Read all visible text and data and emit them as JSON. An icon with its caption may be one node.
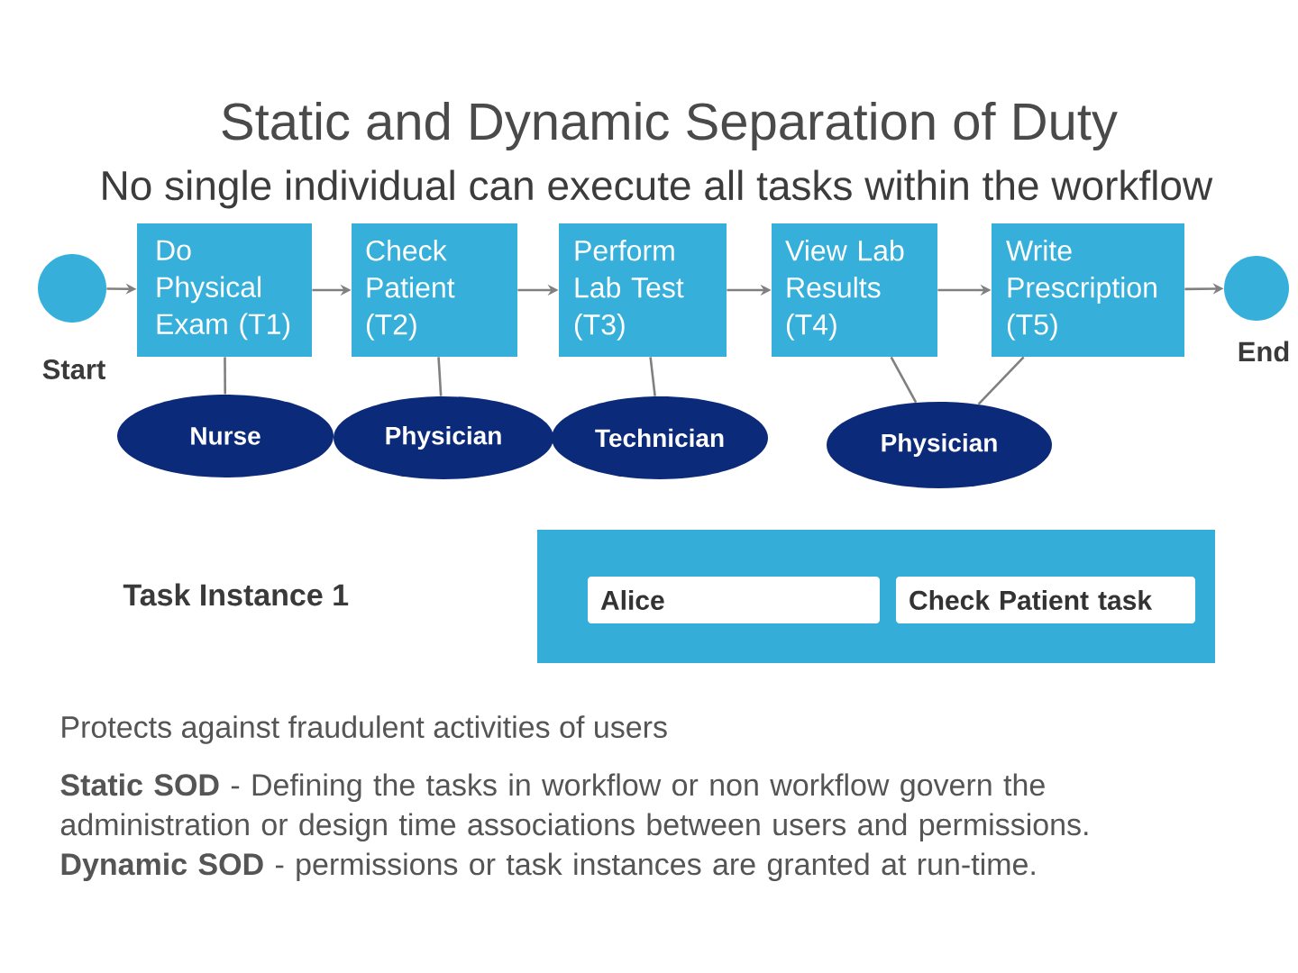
{
  "diagram": {
    "title": "Static and Dynamic Separation of Duty",
    "nodes": [
      {
        "text": [],
        "shape": "circle"
      },
      {
        "text": [
          "Do Physical Exam (T1)"
        ]
      },
      {
        "text": [
          "Check Patient (T2)"
        ]
      },
      {
        "text": [
          "Perform Lab Test (T3)"
        ]
      },
      {
        "text": [
          "View Lab Results (T4)"
        ]
      },
      {
        "text": [
          "Write Prescription (T5)"
        ]
      },
      {
        "text": [],
        "shape": "circle",
        "beside": [
          "End"
        ]
      },
      {
        "text": [
          "Nurse"
        ]
      },
      {
        "text": [
          "Physician"
        ]
      },
      {
        "text": [
          "Technician"
        ]
      },
      {
        "text": [
          "Physician"
        ]
      },
      {
        "text": [],
        "shape": "box"
      },
      {
        "text": [
          "Alice"
        ],
        "in": 11
      },
      {
        "text": [
          "Check Patient task"
        ],
        "in": 11
      }
    ],
    "edges": [
      {
        "from": 0,
        "to": 1,
        "arrow": "to"
      },
      {
        "from": 1,
        "to": 2,
        "arrow": "to"
      },
      {
        "from": 2,
        "to": 3,
        "arrow": "to"
      },
      {
        "from": 3,
        "to": 4,
        "arrow": "to"
      },
      {
        "from": 4,
        "to": 5,
        "arrow": "to"
      },
      {
        "from": 5,
        "to": 6,
        "arrow": "to"
      },
      {
        "from": 7,
        "to": 1,
        "arrow": "none"
      },
      {
        "from": 8,
        "to": 2,
        "arrow": "none"
      },
      {
        "from": 9,
        "to": 3,
        "arrow": "none"
      },
      {
        "from": 10,
        "to": 4,
        "arrow": "none"
      },
      {
        "from": 10,
        "to": 5,
        "arrow": "none"
      }
    ],
    "labels": [
      "No single individual can execute all tasks within the workflow",
      "Start",
      "Task Instance 1",
      "Protects against fraudulent activities of users",
      "**Static SOD** - Defining the tasks in workflow or non workflow govern the administration or design time associations between users and permissions.",
      "**Dynamic SOD** - permissions or task instances are granted at run-time."
    ]
  }
}
